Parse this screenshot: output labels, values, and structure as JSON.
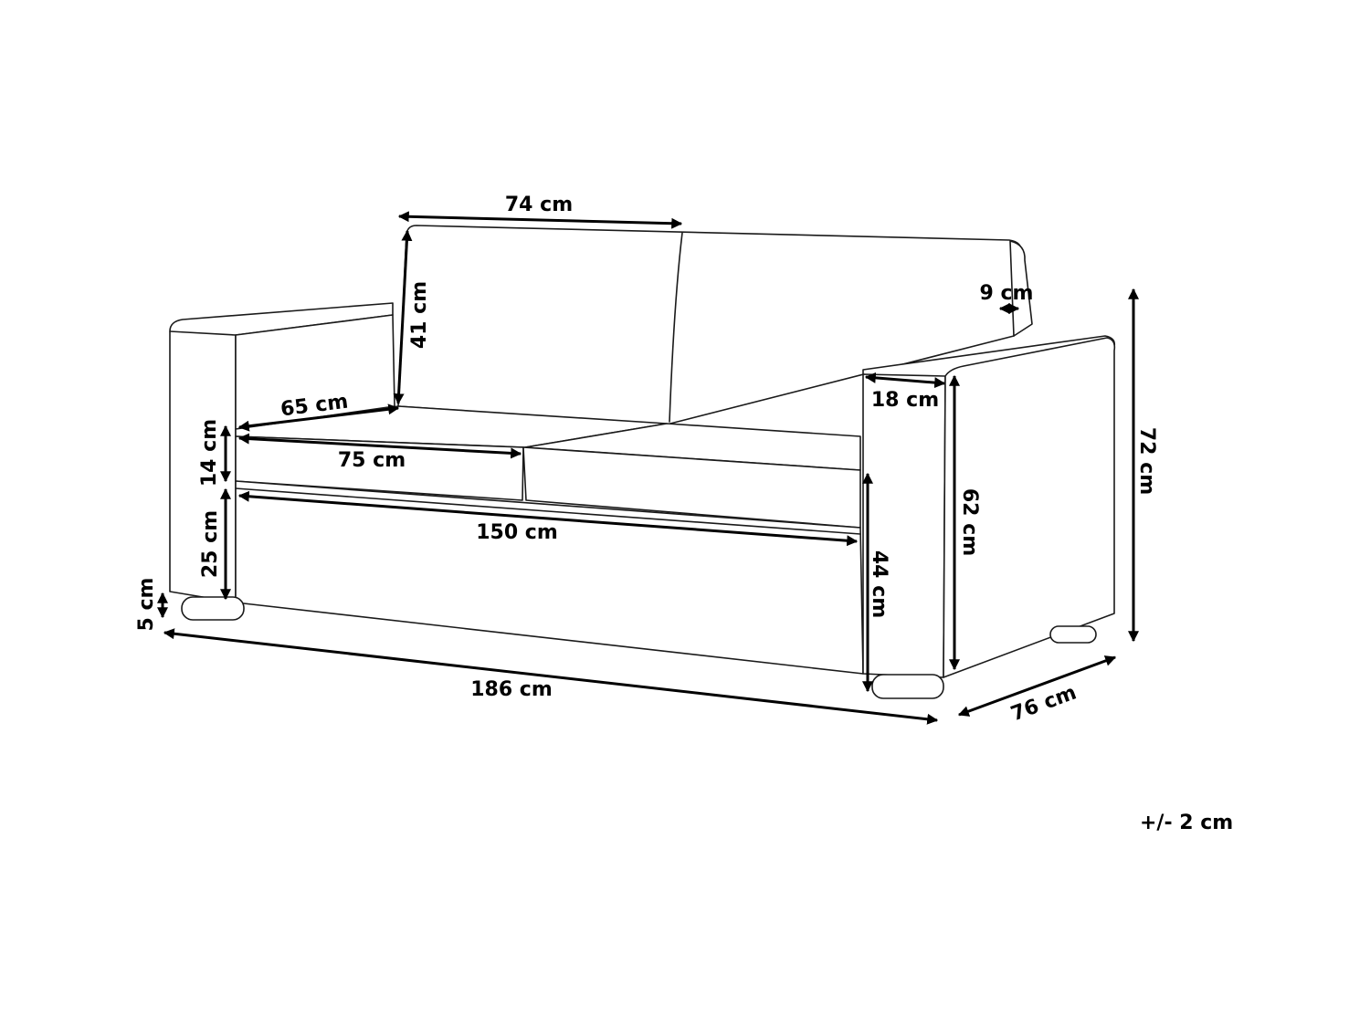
{
  "dimensions": {
    "backrest_width": "74 cm",
    "backrest_height": "41 cm",
    "backrest_thickness": "9 cm",
    "seat_depth": "65 cm",
    "cushion_width": "75 cm",
    "cushion_height": "14 cm",
    "seat_width": "150 cm",
    "base_height": "25 cm",
    "leg_height": "5 cm",
    "total_width": "186 cm",
    "seat_height": "44 cm",
    "armrest_width": "18 cm",
    "armrest_height": "62 cm",
    "total_height": "72 cm",
    "total_depth": "76 cm"
  },
  "tolerance": "+/- 2 cm"
}
